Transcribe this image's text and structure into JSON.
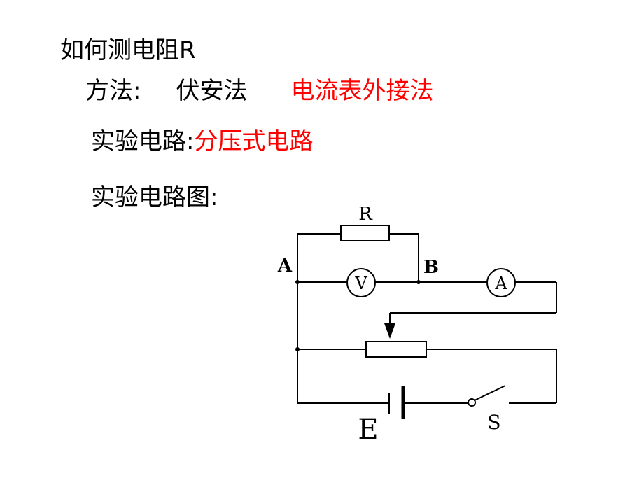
{
  "heading": "如何测电阻R",
  "method": {
    "label": "方法:",
    "value": "伏安法",
    "highlight": "电流表外接法"
  },
  "circuit_line": {
    "label": "实验电路:",
    "value": "分压式电路"
  },
  "diagram_line": {
    "label": "实验电路图:"
  },
  "diagram": {
    "resistor_label": "R",
    "node_a": "A",
    "node_b": "B",
    "voltmeter": "V",
    "ammeter": "A",
    "source_label": "E",
    "switch_label": "S"
  },
  "colors": {
    "text": "#000000",
    "highlight": "#ff0000"
  }
}
